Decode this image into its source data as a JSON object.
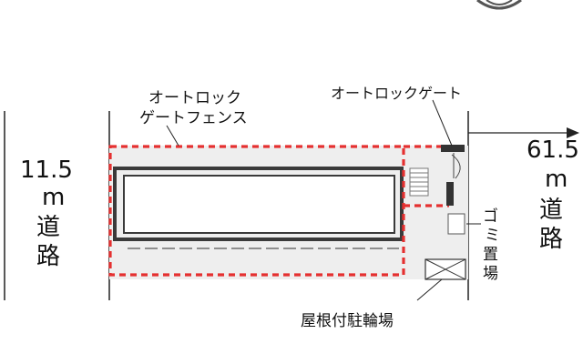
{
  "labels": {
    "autolock_gate_fence_line1": "オートロック",
    "autolock_gate_fence_line2": "ゲートフェンス",
    "autolock_gate": "オートロックゲート",
    "garbage_area": [
      "ゴ",
      "ミ",
      "置",
      "場"
    ],
    "bicycle_parking": "屋根付駐輪場"
  },
  "roads": {
    "left": [
      "11.5",
      "m",
      "道",
      "路"
    ],
    "right": [
      "61.5",
      "m",
      "道",
      "路"
    ]
  },
  "icons": [
    "compass-icon"
  ],
  "colors": {
    "fence": "#e53030",
    "building_outline": "#333333",
    "lot_fill": "#eeeeee",
    "gate": "#333333"
  }
}
